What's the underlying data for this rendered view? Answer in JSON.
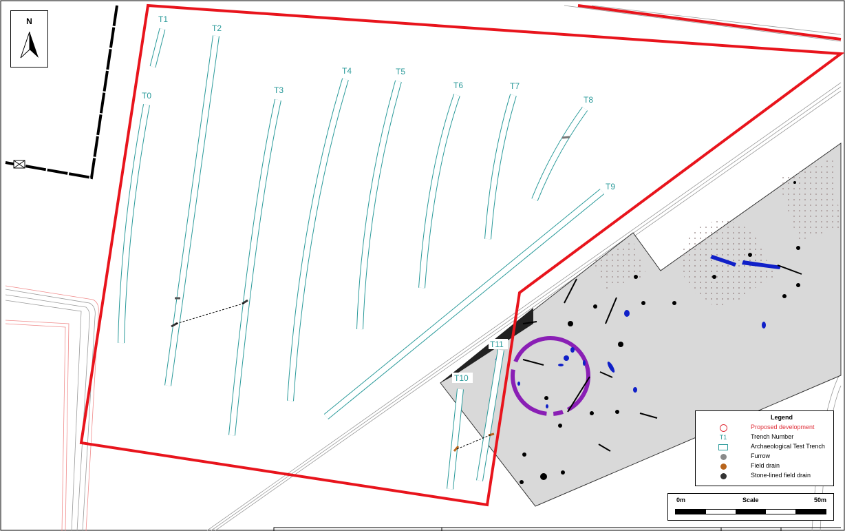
{
  "north_arrow": {
    "label": "N"
  },
  "trenches": [
    "T0",
    "T1",
    "T2",
    "T3",
    "T4",
    "T5",
    "T6",
    "T7",
    "T8",
    "T9",
    "T10",
    "T11"
  ],
  "legend": {
    "title": "Legend",
    "items": [
      {
        "label": "Proposed development",
        "symbol": "red-circle-outline",
        "color": "#e0303a"
      },
      {
        "label": "Trench Number",
        "symbol": "T1",
        "color": "#2a9a9a"
      },
      {
        "label": "Archaeological Test Trench",
        "symbol": "teal-rectangle-outline",
        "color": "#2a9a9a"
      },
      {
        "label": "Furrow",
        "symbol": "grey-dot",
        "color": "#8a8a8a"
      },
      {
        "label": "Field drain",
        "symbol": "orange-dot",
        "color": "#b8651c"
      },
      {
        "label": "Stone-lined field drain",
        "symbol": "dark-dot",
        "color": "#333333"
      }
    ]
  },
  "scale": {
    "start": "0m",
    "title": "Scale",
    "end": "50m"
  },
  "colors": {
    "boundary": "#e8141c",
    "trench": "#2a9a9a",
    "survey_area": "#d9d9d9",
    "ring_ditch": "#8a1fb5",
    "features": "#1020c8"
  }
}
